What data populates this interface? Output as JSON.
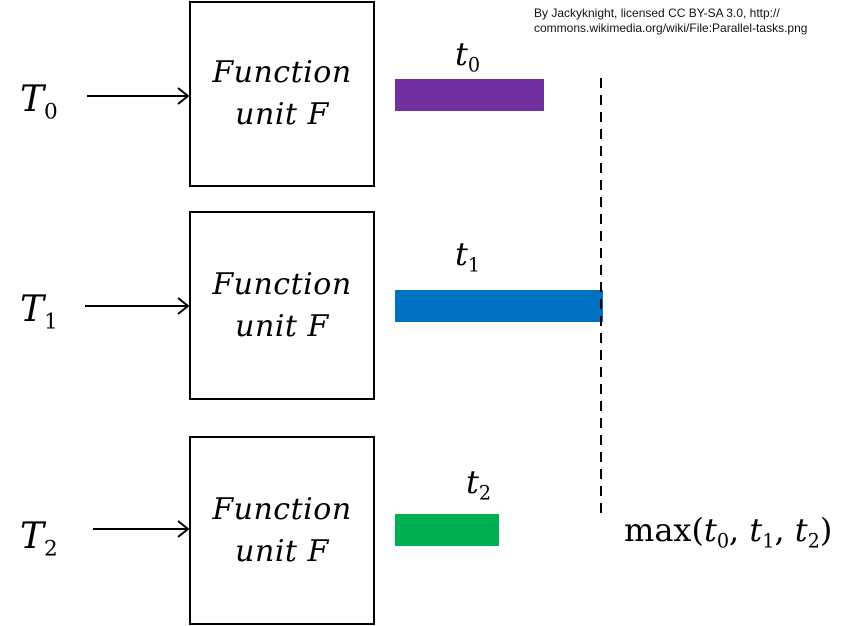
{
  "attribution": {
    "line1": "By Jackyknight, licensed CC BY-SA 3.0, http://",
    "line2": "commons.wikimedia.org/wiki/File:Parallel-tasks.png"
  },
  "rows": [
    {
      "task_var": "T",
      "task_sub": "0",
      "unit_line1": "Function",
      "unit_line2": "unit F",
      "time_var": "t",
      "time_sub": "0",
      "bar_color": "#7030A0"
    },
    {
      "task_var": "T",
      "task_sub": "1",
      "unit_line1": "Function",
      "unit_line2": "unit F",
      "time_var": "t",
      "time_sub": "1",
      "bar_color": "#0070C0"
    },
    {
      "task_var": "T",
      "task_sub": "2",
      "unit_line1": "Function",
      "unit_line2": "unit F",
      "time_var": "t",
      "time_sub": "2",
      "bar_color": "#00B050"
    }
  ],
  "max_expr": {
    "func": "max(",
    "args": [
      {
        "var": "t",
        "sub": "0"
      },
      {
        "var": "t",
        "sub": "1"
      },
      {
        "var": "t",
        "sub": "2"
      }
    ],
    "sep": ", ",
    "close": ")"
  }
}
